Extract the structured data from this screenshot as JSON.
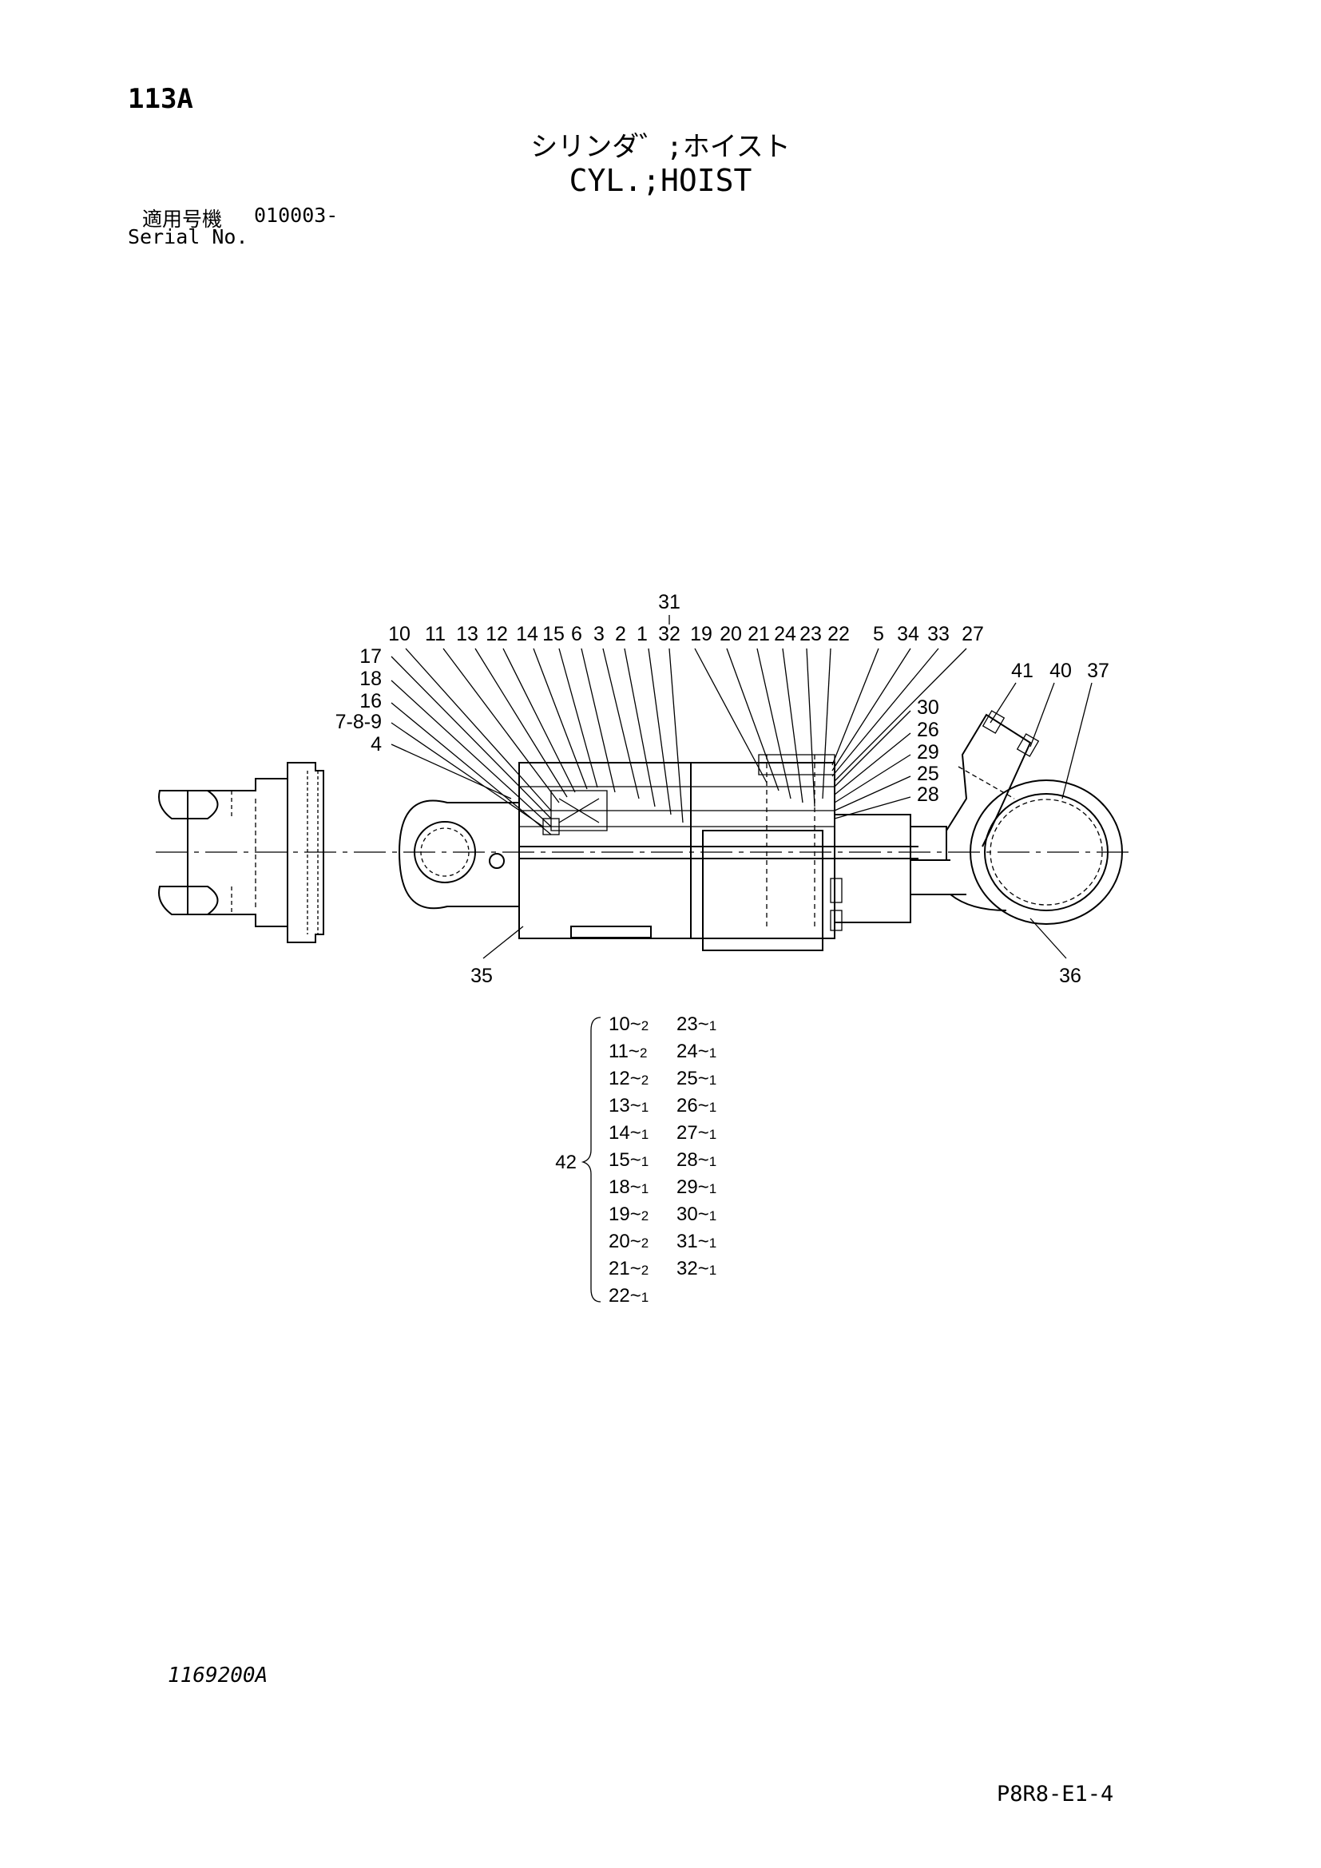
{
  "header": {
    "page_code": "113A",
    "title_jp": "シリンダ゛;ホイスト",
    "title_en": "CYL.;HOIST",
    "serial_label_jp": "適用号機",
    "serial_value": "010003-",
    "serial_label_en": "Serial No."
  },
  "callouts": {
    "top_row": [
      "10",
      "11",
      "13",
      "12",
      "14",
      "15",
      "6",
      "3",
      "2",
      "1",
      "32",
      "19",
      "20",
      "21",
      "24",
      "23",
      "22",
      "5",
      "34",
      "33",
      "27"
    ],
    "top_extra": "31",
    "left_stack": [
      "17",
      "18",
      "16",
      "7-8-9",
      "4"
    ],
    "right_stack": [
      "30",
      "26",
      "29",
      "25",
      "28"
    ],
    "right_top": [
      "41",
      "40",
      "37"
    ],
    "bottom": [
      "35",
      "36"
    ]
  },
  "kit": {
    "number": "42",
    "left_column": [
      {
        "part": "10",
        "qty": "2"
      },
      {
        "part": "11",
        "qty": "2"
      },
      {
        "part": "12",
        "qty": "2"
      },
      {
        "part": "13",
        "qty": "1"
      },
      {
        "part": "14",
        "qty": "1"
      },
      {
        "part": "15",
        "qty": "1"
      },
      {
        "part": "18",
        "qty": "1"
      },
      {
        "part": "19",
        "qty": "2"
      },
      {
        "part": "20",
        "qty": "2"
      },
      {
        "part": "21",
        "qty": "2"
      },
      {
        "part": "22",
        "qty": "1"
      }
    ],
    "right_column": [
      {
        "part": "23",
        "qty": "1"
      },
      {
        "part": "24",
        "qty": "1"
      },
      {
        "part": "25",
        "qty": "1"
      },
      {
        "part": "26",
        "qty": "1"
      },
      {
        "part": "27",
        "qty": "1"
      },
      {
        "part": "28",
        "qty": "1"
      },
      {
        "part": "29",
        "qty": "1"
      },
      {
        "part": "30",
        "qty": "1"
      },
      {
        "part": "31",
        "qty": "1"
      },
      {
        "part": "32",
        "qty": "1"
      }
    ]
  },
  "footer": {
    "drawing_number": "1169200A",
    "doc_code": "P8R8-E1-4"
  }
}
